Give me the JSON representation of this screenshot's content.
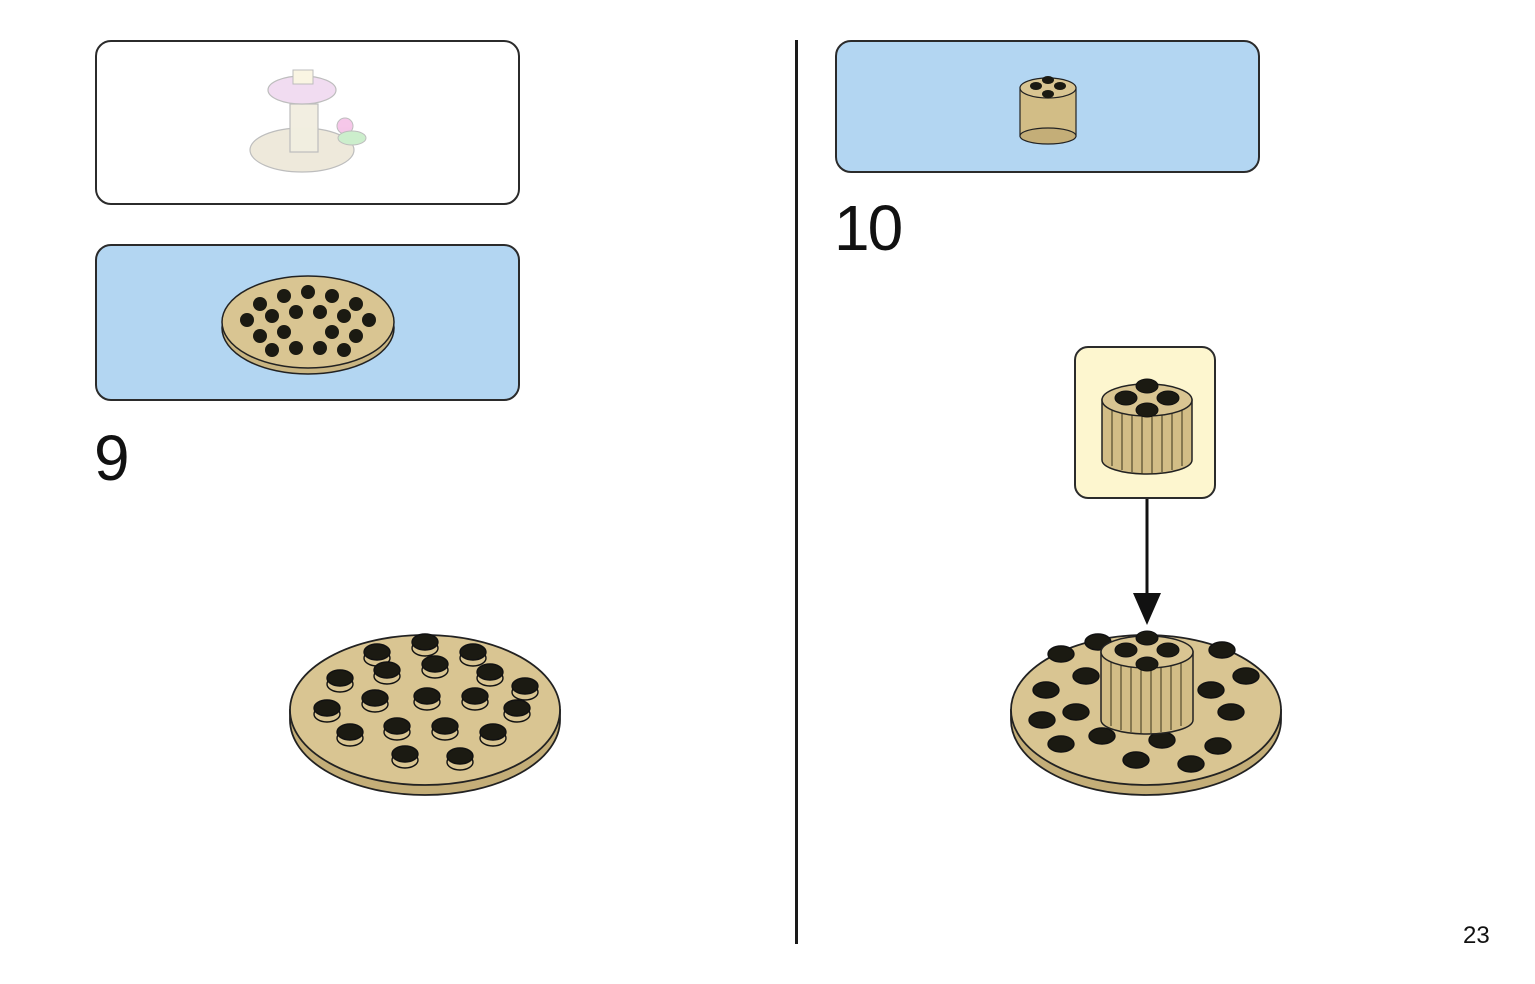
{
  "page": {
    "page_number": "23"
  },
  "step9": {
    "number": "9",
    "preview_panel_icon": "flower-pillar-model-preview",
    "parts_panel_icon": "round-plate-8x8-tan",
    "main_icon": "round-plate-8x8-tan"
  },
  "step10": {
    "number": "10",
    "parts_panel_icon": "round-brick-2x2-tan",
    "callout_icon": "round-brick-2x2-tan",
    "main_icon": "round-brick-on-round-plate",
    "arrow_icon": "arrow-down-icon"
  },
  "colors": {
    "tan": "#d9c592",
    "stud_dark": "#1b1a12",
    "parts_blue": "#b3d6f2",
    "callout_cream": "#fdf6cf"
  }
}
